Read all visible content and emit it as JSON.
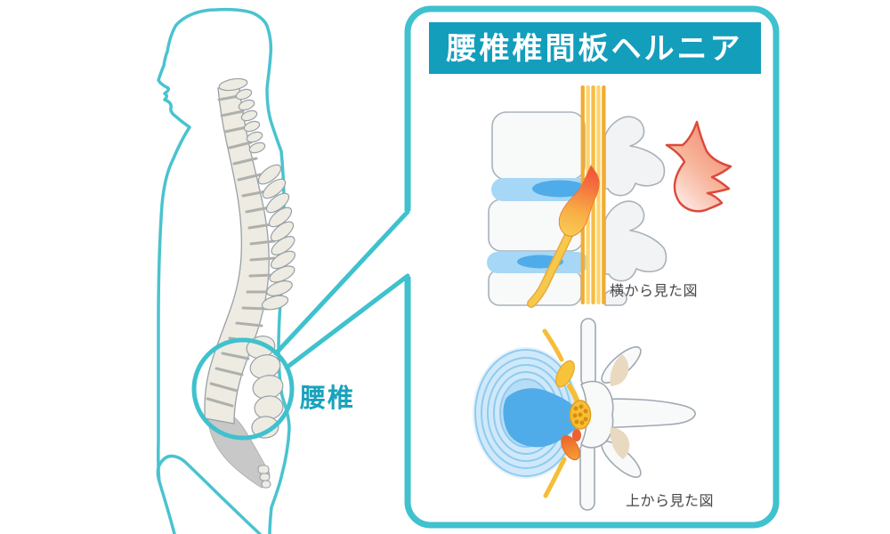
{
  "figure": {
    "label": "腰椎"
  },
  "panel": {
    "title": "腰椎椎間板ヘルニア",
    "side_view_caption": "横から見た図",
    "top_view_caption": "上から見た図"
  },
  "colors": {
    "accent_teal": "#3FC1CE",
    "title_bar_bg": "#139EBC",
    "title_text": "#FFFFFF",
    "label_text": "#1AA2BD",
    "caption_text": "#474747",
    "disc_blue": "#A6D7F6",
    "nucleus_blue": "#4FACE9",
    "nerve_yellow": "#F6BE45",
    "hernia_red_orange": "#F2503A",
    "pain_burst_red": "#DC4A3C",
    "spine_bone_beige": "#EDEBE2",
    "sacrum_gray": "#C8C8C8",
    "facet_beige": "#E9D9C0",
    "bone_white": "#F8F9F9"
  }
}
